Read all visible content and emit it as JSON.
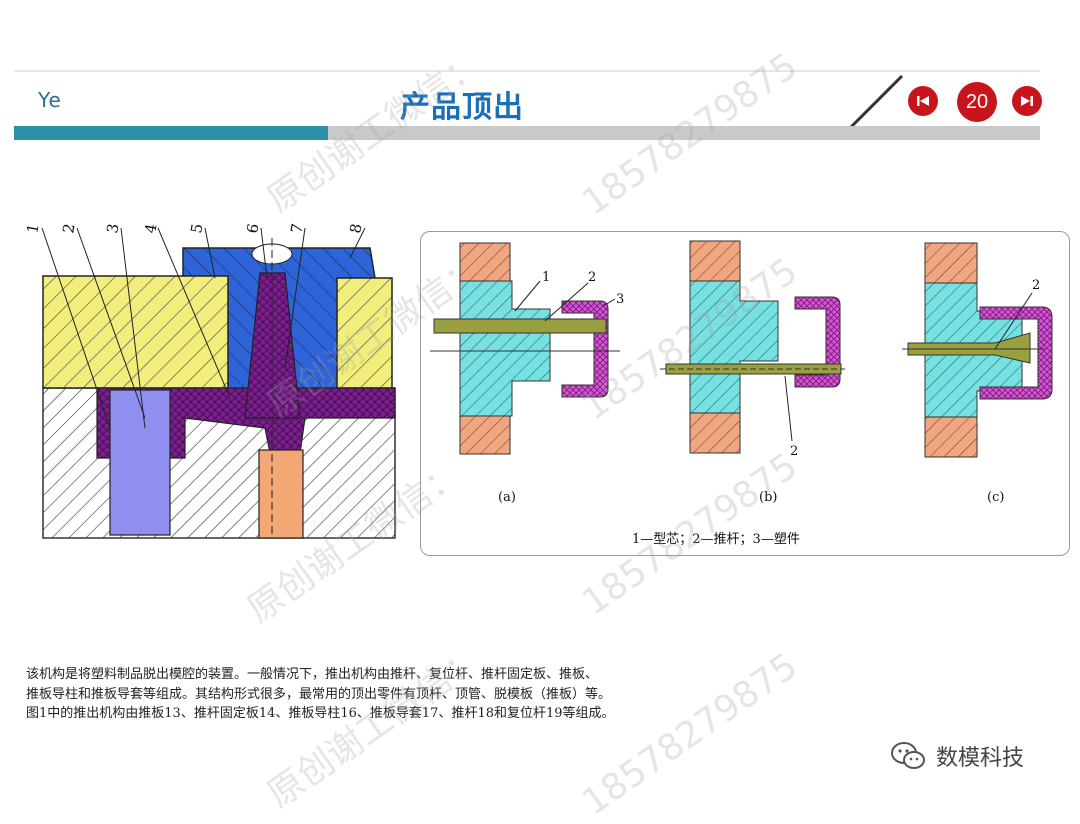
{
  "header": {
    "brand": "Ye",
    "title": "产品顶出",
    "page_number": "20",
    "prev_icon": "skip-back-icon",
    "next_icon": "skip-forward-icon"
  },
  "left_figure": {
    "numbers": [
      "1",
      "2",
      "3",
      "4",
      "5",
      "6",
      "7",
      "8"
    ]
  },
  "right_figure": {
    "panel_a": "(a)",
    "panel_b": "(b)",
    "panel_c": "(c)",
    "labels_a": [
      "1",
      "2",
      "3"
    ],
    "labels_b": [
      "2"
    ],
    "labels_c": [
      "2"
    ],
    "caption": "1—型芯；2—推杆；3—塑件"
  },
  "body_text": {
    "line1": "该机构是将塑料制品脱出模腔的装置。一般情况下，推出机构由推杆、复位杆、推杆固定板、推板、",
    "line2": "推板导柱和推板导套等组成。其结构形式很多，最常用的顶出零件有顶杆、顶管、脱模板（推板）等。",
    "line3": "图1中的推出机构由推板13、推杆固定板14、推板导柱16、推板导套17、推杆18和复位杆19等组成。"
  },
  "watermark": {
    "text_a": "原创谢工微信：",
    "text_b": "18578279875"
  },
  "footer": {
    "account_name": "数模科技",
    "icon": "wechat-icon"
  }
}
